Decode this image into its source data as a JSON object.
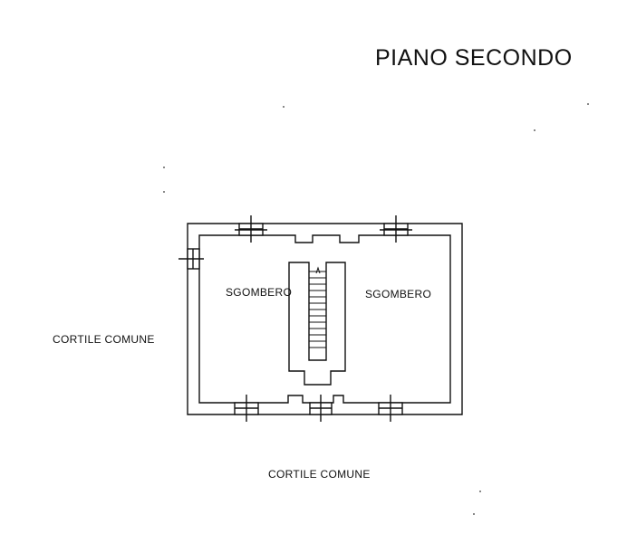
{
  "title": "PIANO SECONDO",
  "rooms": {
    "left": "SGOMBERO",
    "right": "SGOMBERO"
  },
  "surroundings": {
    "west": "CORTILE COMUNE",
    "south": "CORTILE COMUNE"
  },
  "colors": {
    "ink": "#111111",
    "paper": "#ffffff"
  }
}
